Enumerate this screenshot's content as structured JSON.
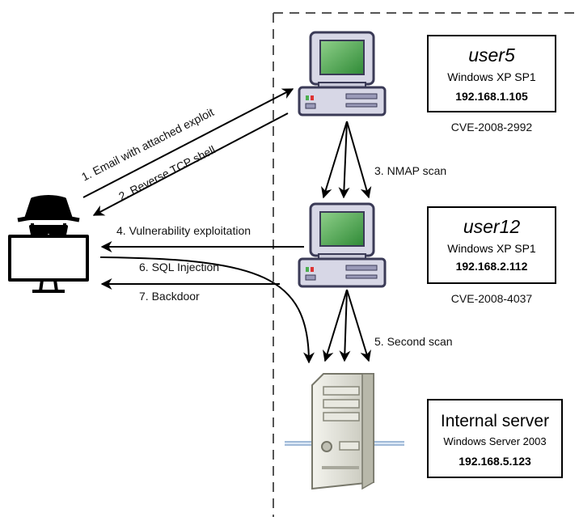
{
  "hosts": {
    "user5": {
      "name": "user5",
      "os": "Windows XP SP1",
      "ip": "192.168.1.105",
      "cve": "CVE-2008-2992"
    },
    "user12": {
      "name": "user12",
      "os": "Windows XP SP1",
      "ip": "192.168.2.112",
      "cve": "CVE-2008-4037"
    },
    "server": {
      "name": "Internal server",
      "os": "Windows Server 2003",
      "ip": "192.168.5.123"
    }
  },
  "steps": {
    "s1": "1. Email with attached exploit",
    "s2": "2. Reverse TCP shell",
    "s3": "3. NMAP scan",
    "s4": "4. Vulnerability exploitation",
    "s5": "5. Second scan",
    "s6": "6. SQL Injection",
    "s7": "7. Backdoor"
  },
  "colors": {
    "screen": "#3e9e3e",
    "computer_body": "#d7d7e6",
    "computer_outline": "#3b3b57",
    "server_body": "#dcdcd2",
    "network_line": "#7a9ec8",
    "boundary": "#555555"
  },
  "icons": {
    "attacker": "hacker-icon",
    "workstation": "computer-icon",
    "server": "server-icon"
  }
}
